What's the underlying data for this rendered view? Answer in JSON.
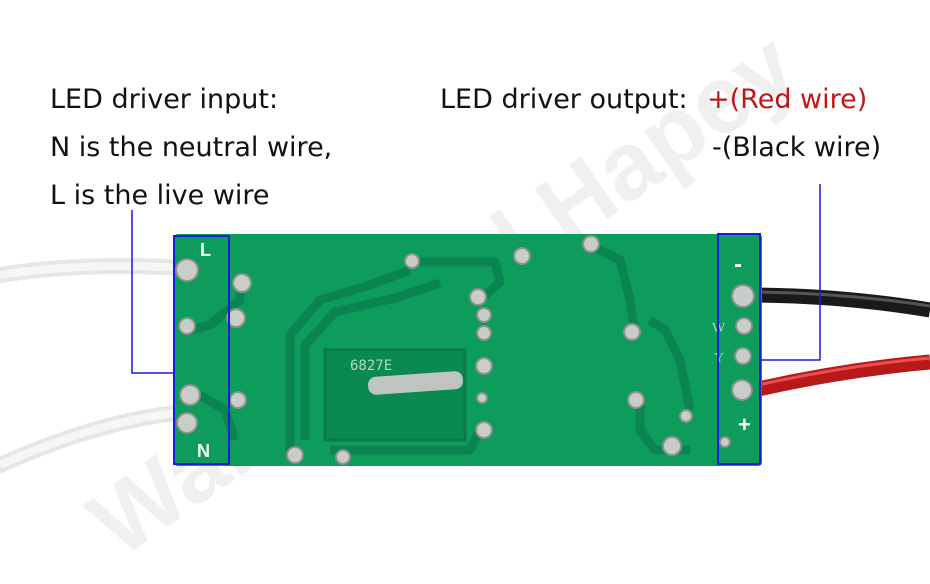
{
  "input_label": {
    "title": "LED driver input:",
    "line_n": "N is the neutral wire,",
    "line_l": "L is the live wire"
  },
  "output_label": {
    "title": "LED driver output:",
    "plus": "+(Red wire)",
    "minus": "-(Black wire)"
  },
  "board_marks": {
    "L": "L",
    "N": "N",
    "minus": "-",
    "plus": "+",
    "chip": "6827E",
    "w": "W",
    "y": "Y"
  },
  "watermark": "Wangstoral Hapey",
  "colors": {
    "pcb": "#0d9c5c",
    "trace": "#0a8a4f",
    "highlight_box": "#1a1ae0",
    "red_text": "#c01818"
  }
}
